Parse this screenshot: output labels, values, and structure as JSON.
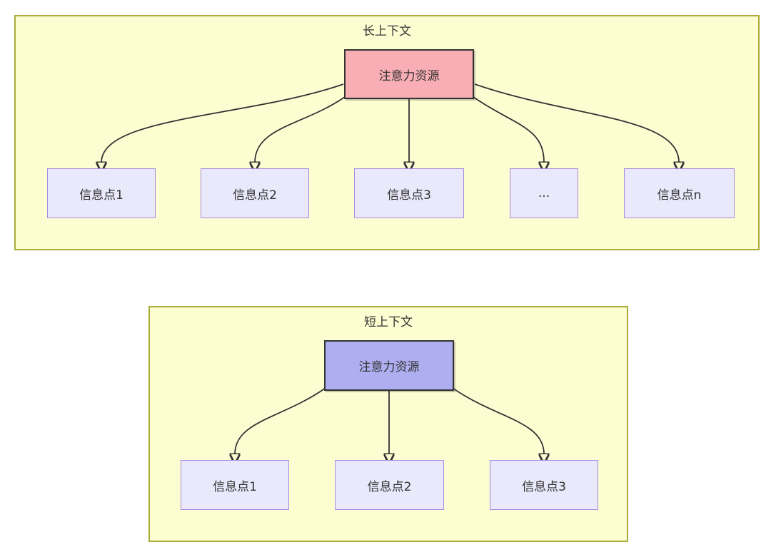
{
  "colors": {
    "container_fill": "#fdfdd2",
    "container_border": "#abab3a",
    "attention_pink_fill": "#f9adb4",
    "attention_blue_fill": "#aeaef0",
    "attention_border": "#333333",
    "info_fill": "#e9e9fb",
    "info_border": "#a78bde",
    "arrow": "#333333",
    "text": "#333333",
    "page_bg": "#ffffff"
  },
  "long_context": {
    "title": "长上下文",
    "attention_label": "注意力资源",
    "nodes": [
      {
        "label": "信息点1"
      },
      {
        "label": "信息点2"
      },
      {
        "label": "信息点3"
      },
      {
        "label": "..."
      },
      {
        "label": "信息点n"
      }
    ]
  },
  "short_context": {
    "title": "短上下文",
    "attention_label": "注意力资源",
    "nodes": [
      {
        "label": "信息点1"
      },
      {
        "label": "信息点2"
      },
      {
        "label": "信息点3"
      }
    ]
  }
}
